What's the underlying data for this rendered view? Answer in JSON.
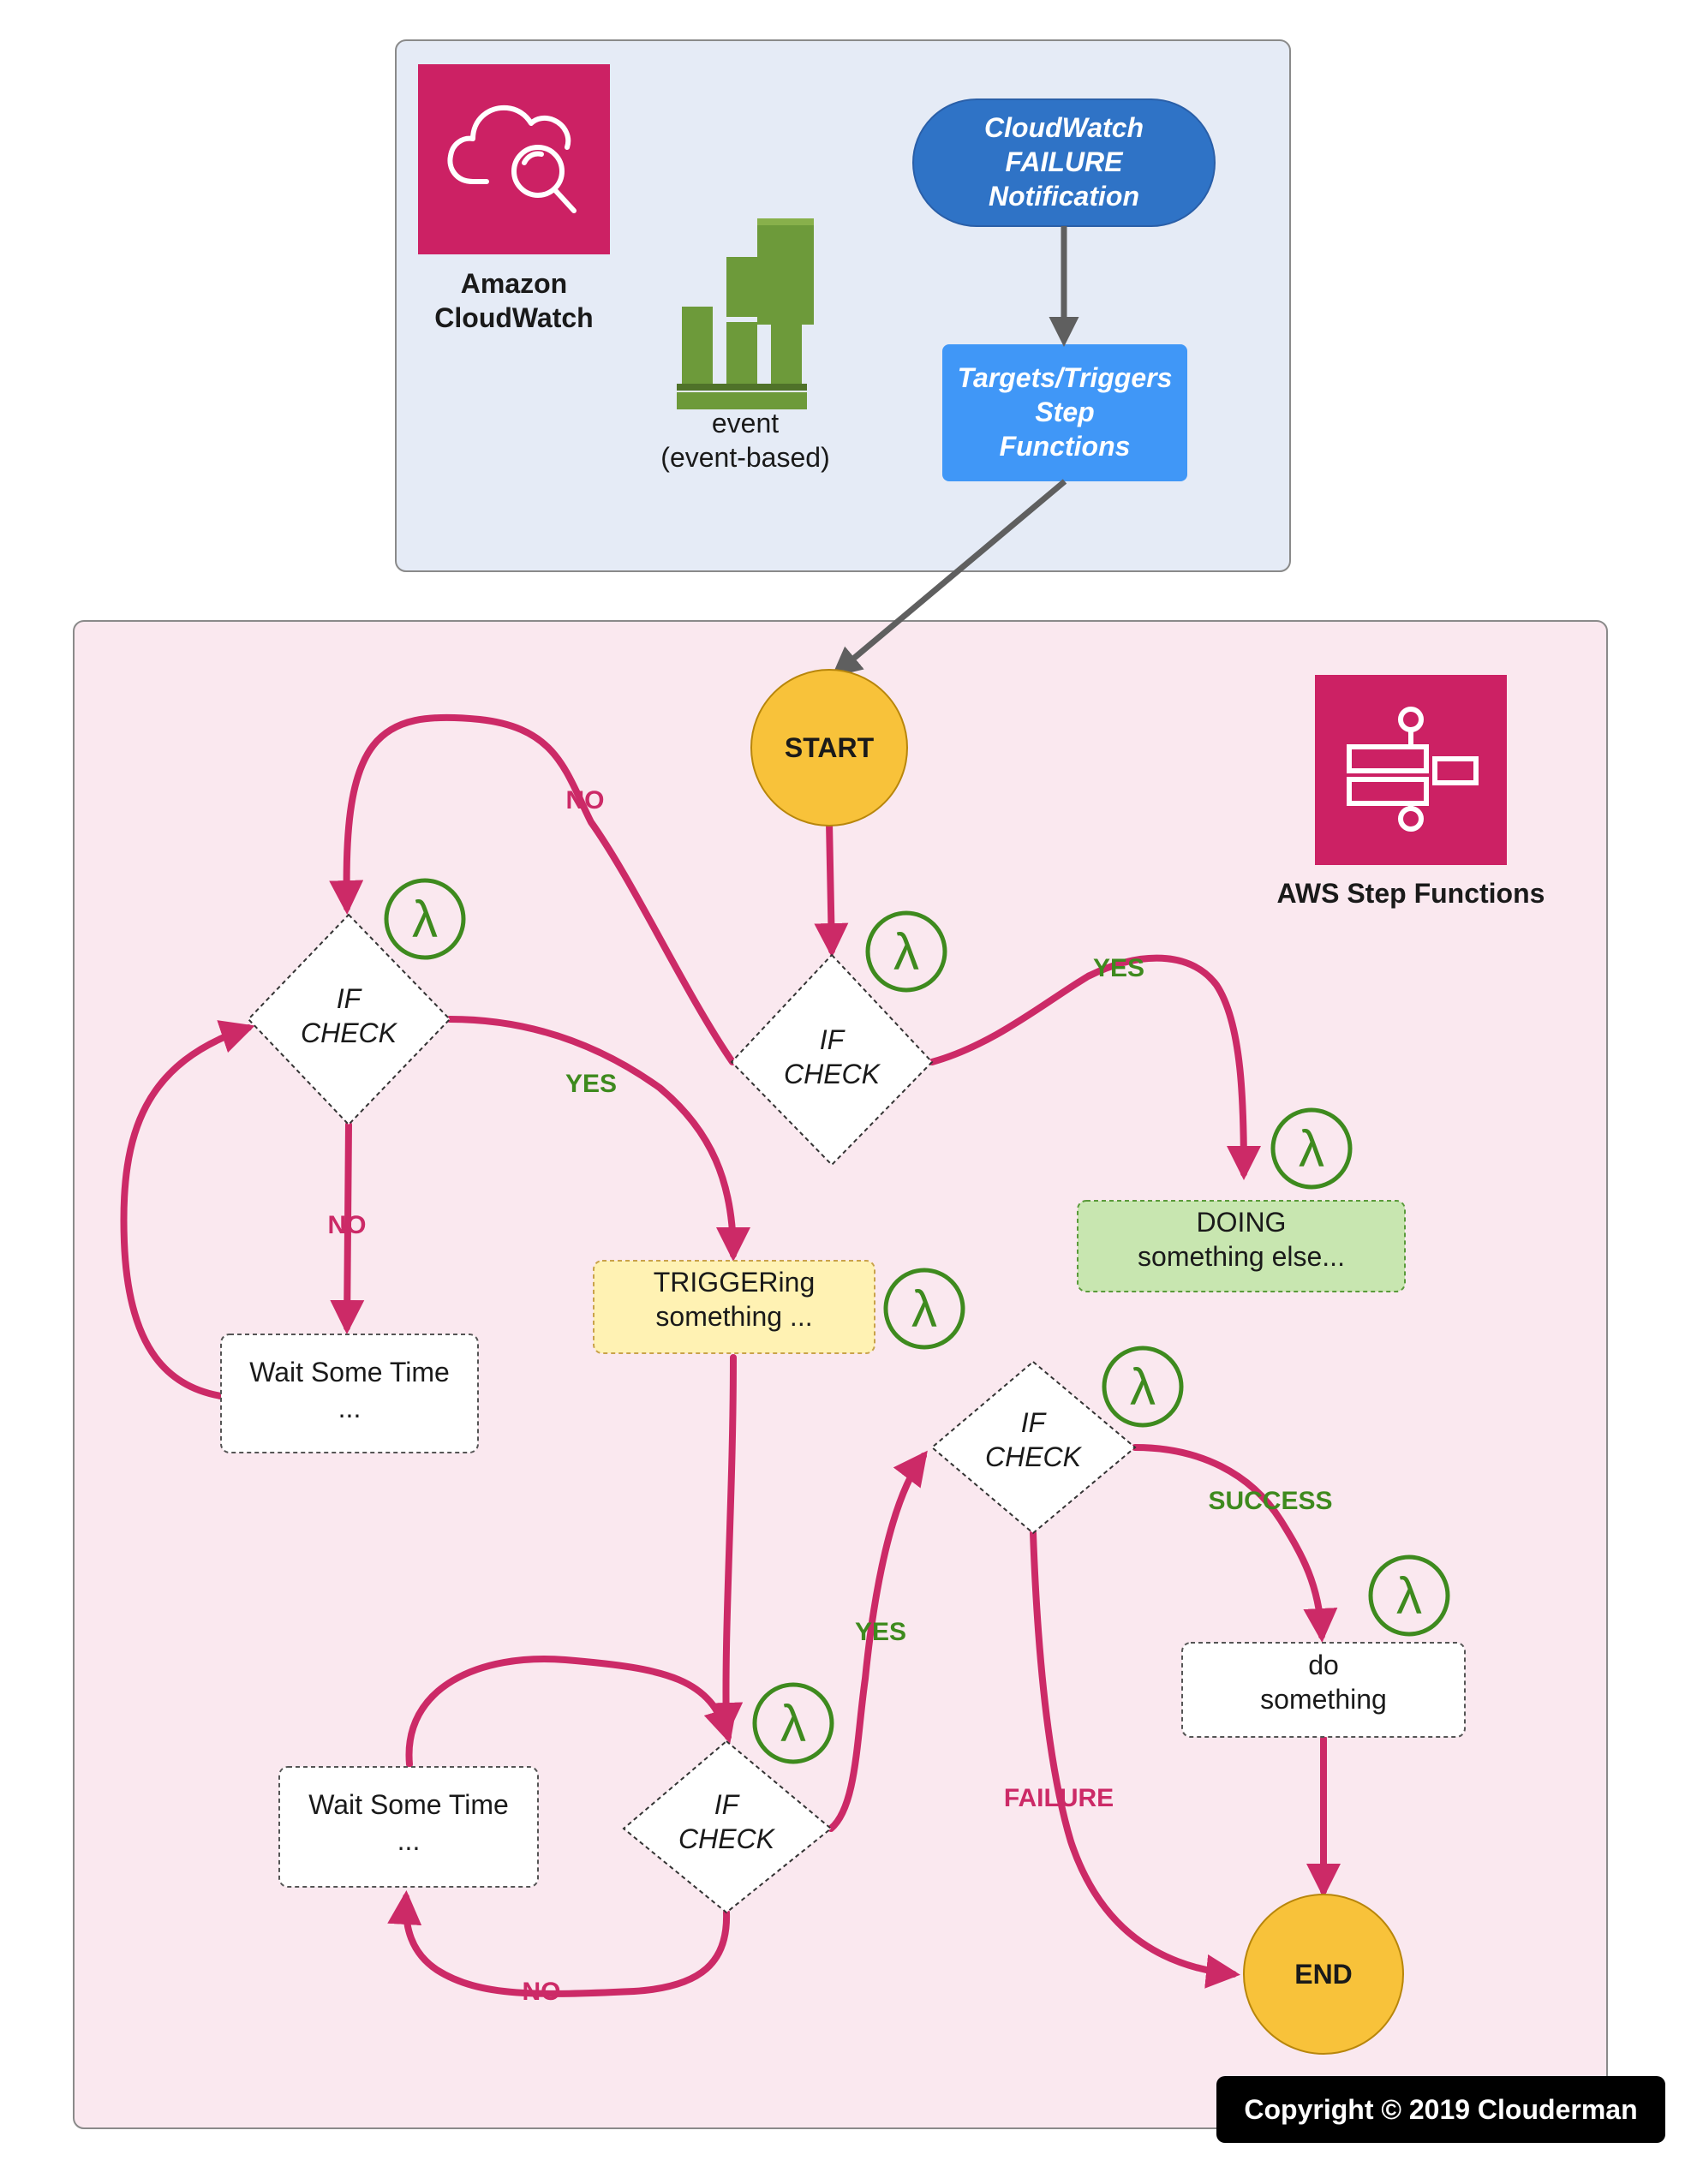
{
  "cloudwatch": {
    "service_name": "Amazon CloudWatch",
    "service_line1": "Amazon",
    "service_line2": "CloudWatch",
    "event_line1": "event",
    "event_line2": "(event-based)",
    "notification_line1": "CloudWatch",
    "notification_line2": "FAILURE",
    "notification_line3": "Notification",
    "targets_line1": "Targets/Triggers",
    "targets_line2": "Step",
    "targets_line3": "Functions",
    "icon": "cloudwatch-icon"
  },
  "stepfunctions": {
    "service_name": "AWS Step Functions",
    "icon": "step-functions-icon",
    "start_label": "START",
    "end_label": "END",
    "if_check_line1": "IF",
    "if_check_line2": "CHECK",
    "doing_line1": "DOING",
    "doing_line2": "something else...",
    "triggering_line1": "TRIGGERing",
    "triggering_line2": "something ...",
    "wait_line1": "Wait Some Time",
    "wait_line2": "...",
    "do_line1": "do",
    "do_line2": "something",
    "lambda_symbol": "λ",
    "lambda_icon": "lambda-icon"
  },
  "edge_labels": {
    "yes": "YES",
    "no": "NO",
    "success": "SUCCESS",
    "failure": "FAILURE"
  },
  "copyright": "Copyright © 2019 Clouderman",
  "colors": {
    "flow_magenta": "#cc2a67",
    "yes_green": "#3e8a1e",
    "cloudwatch_panel": "#e5ebf6",
    "stepfn_panel": "#fae8ef",
    "aws_icon_pink": "#cc2164",
    "start_end_yellow": "#f8c23a",
    "notification_blue": "#2f73c6",
    "targets_blue": "#4097f7",
    "doing_green": "#c8e6b0",
    "triggering_yellow": "#fff2b3",
    "lambda_green": "#3e8a1e",
    "event_bar_green": "#6d9a3a"
  }
}
